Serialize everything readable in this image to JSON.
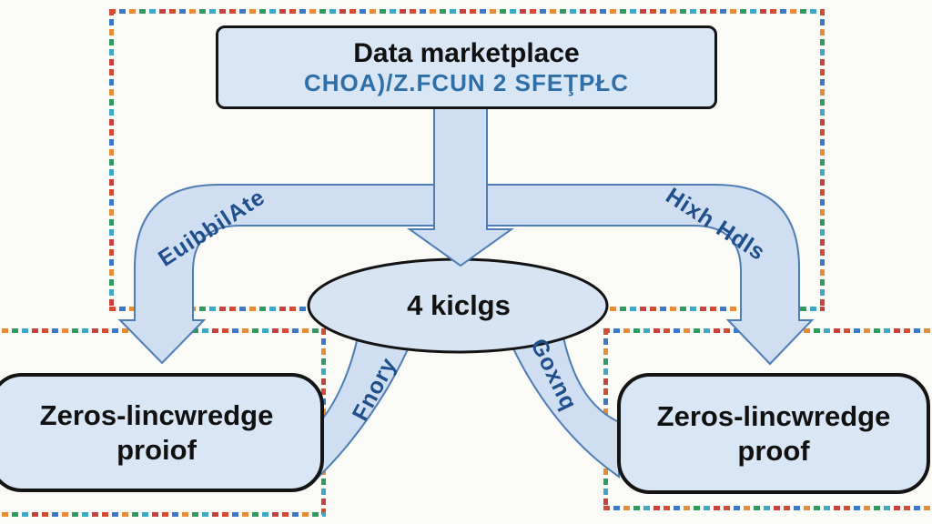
{
  "top_box": {
    "title": "Data marketplace",
    "subtitle": "CHOA)/Z.FCUN 2 SFEŢPŁC"
  },
  "center_ellipse": {
    "label": "4 kiclgs"
  },
  "bottom_left_box": {
    "line1": "Zeros-lincwredge",
    "line2": "proiof"
  },
  "bottom_right_box": {
    "line1": "Zeros-lincwredge",
    "line2": "proof"
  },
  "arrows": {
    "left_label": "EuibbilAte",
    "right_label": "Hixh Hdls",
    "to_bottom_left_label": "Fnory",
    "to_bottom_right_label": "Goxnq"
  },
  "colors": {
    "node_fill": "#d9e6f5",
    "node_border": "#141414",
    "arrow_fill": "#cfdff1",
    "arrow_stroke": "#4e7cb4",
    "subtitle_text": "#2f6fa8",
    "arrow_label_text": "#1f4e8c",
    "dash_palette": [
      "#d34b32",
      "#3b78c9",
      "#e78c36",
      "#2f9960",
      "#3fa8c4",
      "#c9413f"
    ]
  }
}
